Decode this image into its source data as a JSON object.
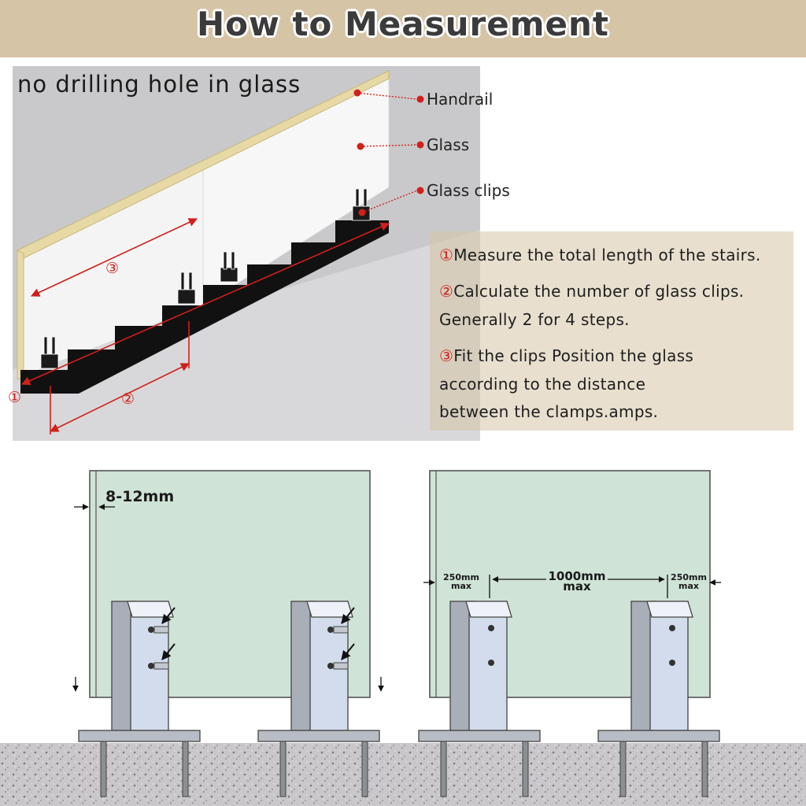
{
  "title": "How to Measurement",
  "stair_diagram": {
    "caption": "no drilling hole in glass",
    "callouts": {
      "handrail": "Handrail",
      "glass": "Glass",
      "glass_clips": "Glass clips"
    },
    "markers": [
      "①",
      "②",
      "③"
    ]
  },
  "instructions": {
    "step1": {
      "num": "①",
      "text": "Measure the total length of the stairs."
    },
    "step2": {
      "num": "②",
      "text": "Calculate the number of glass clips.",
      "text2": "Generally 2 for 4 steps."
    },
    "step3": {
      "num": "③",
      "text": "Fit the clips Position the glass",
      "text2": "according to the distance",
      "text3": "between the clamps.amps."
    }
  },
  "dimensions": {
    "thickness": "8-12mm",
    "edge_left": "250mm",
    "edge_left_sub": "max",
    "spacing": "1000mm",
    "spacing_sub": "max",
    "edge_right": "250mm",
    "edge_right_sub": "max"
  },
  "colors": {
    "banner": "#d6c4a6",
    "glass": "#cfe3d6",
    "handrail": "#e3d6a2",
    "marker_red": "#d0201c",
    "concrete": "#c8c6c8"
  }
}
